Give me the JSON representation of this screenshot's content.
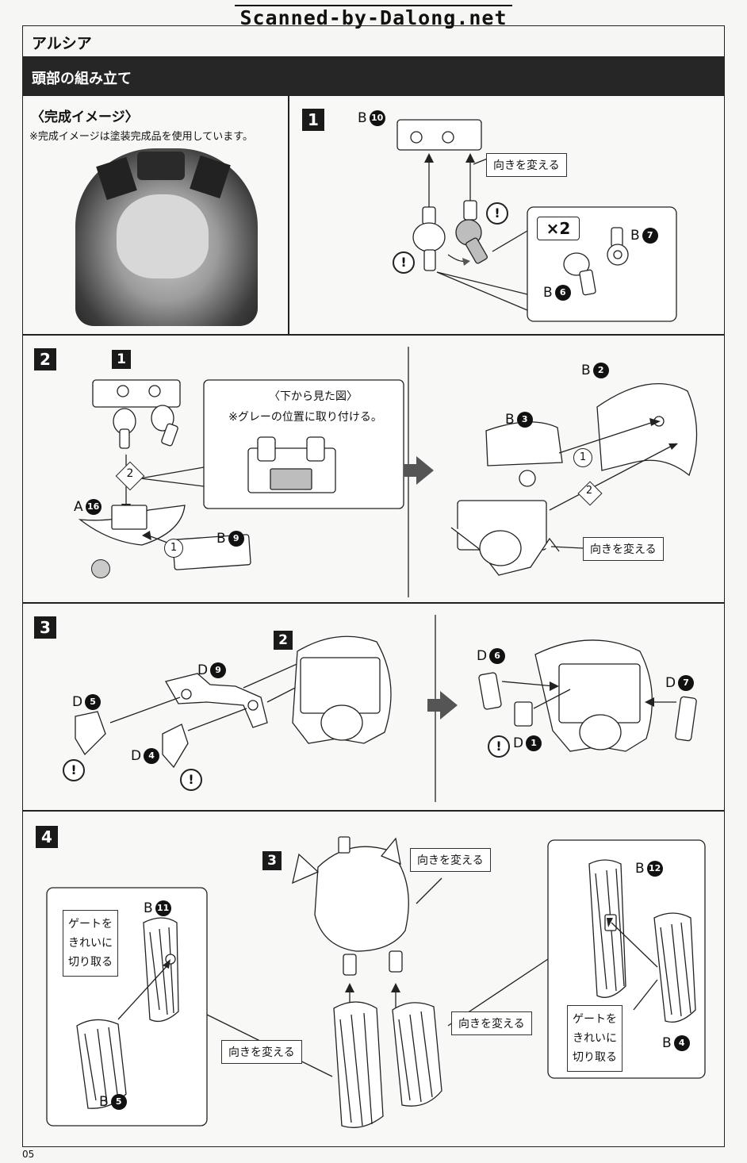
{
  "watermark": "Scanned-by-Dalong.net",
  "title": "アルシア",
  "section": "頭部の組み立て",
  "preview": {
    "heading": "〈完成イメージ〉",
    "note": "※完成イメージは塗装完成品を使用しています。"
  },
  "steps": {
    "s1": {
      "num": "1",
      "turn_label": "向きを変える",
      "times": "×2",
      "parts": [
        {
          "letter": "B",
          "num": "10"
        },
        {
          "letter": "B",
          "num": "7"
        },
        {
          "letter": "B",
          "num": "6"
        }
      ]
    },
    "s2": {
      "num": "2",
      "ref_step": "1",
      "bottom_view_title": "〈下から見た図〉",
      "bottom_view_note": "※グレーの位置に取り付ける。",
      "order_2": "2",
      "order_1": "1",
      "turn_label": "向きを変える",
      "parts": [
        {
          "letter": "A",
          "num": "16"
        },
        {
          "letter": "B",
          "num": "9"
        },
        {
          "letter": "B",
          "num": "2"
        },
        {
          "letter": "B",
          "num": "3"
        }
      ]
    },
    "s3": {
      "num": "3",
      "ref_step": "2",
      "parts": [
        {
          "letter": "D",
          "num": "9"
        },
        {
          "letter": "D",
          "num": "5"
        },
        {
          "letter": "D",
          "num": "4"
        },
        {
          "letter": "D",
          "num": "6"
        },
        {
          "letter": "D",
          "num": "7"
        },
        {
          "letter": "D",
          "num": "1"
        }
      ]
    },
    "s4": {
      "num": "4",
      "ref_step": "3",
      "gate_label_l1": "ゲートを",
      "gate_label_l2": "きれいに",
      "gate_label_l3": "切り取る",
      "turn_label": "向きを変える",
      "parts": [
        {
          "letter": "B",
          "num": "11"
        },
        {
          "letter": "B",
          "num": "5"
        },
        {
          "letter": "B",
          "num": "12"
        },
        {
          "letter": "B",
          "num": "4"
        }
      ]
    }
  },
  "warn_glyph": "!",
  "page_number": "05"
}
